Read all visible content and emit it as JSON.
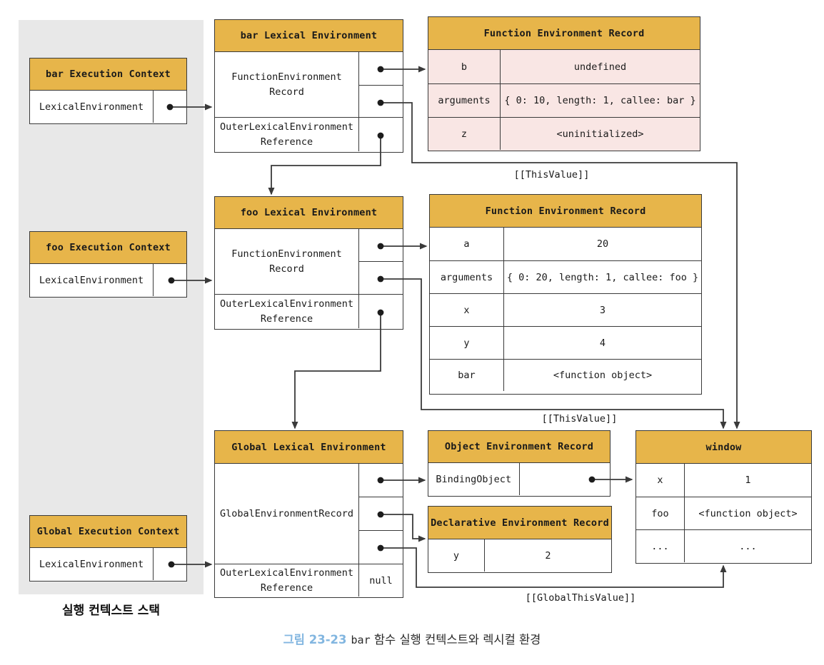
{
  "stack": {
    "caption": "실행 컨텍스트 스택",
    "contexts": [
      {
        "title": "bar Execution Context",
        "slot": "LexicalEnvironment"
      },
      {
        "title": "foo Execution Context",
        "slot": "LexicalEnvironment"
      },
      {
        "title": "Global Execution Context",
        "slot": "LexicalEnvironment"
      }
    ]
  },
  "lexical_envs": [
    {
      "title": "bar Lexical Environment",
      "record": "FunctionEnvironment\nRecord",
      "outer": "OuterLexicalEnvironment\nReference",
      "outer_value": ""
    },
    {
      "title": "foo Lexical Environment",
      "record": "FunctionEnvironment\nRecord",
      "outer": "OuterLexicalEnvironment\nReference",
      "outer_value": ""
    },
    {
      "title": "Global Lexical Environment",
      "record": "GlobalEnvironmentRecord",
      "outer": "OuterLexicalEnvironment\nReference",
      "outer_value": "null"
    }
  ],
  "records": {
    "bar_fer": {
      "title": "Function Environment Record",
      "rows": [
        [
          "b",
          "undefined"
        ],
        [
          "arguments",
          "{ 0: 10, length: 1, callee: bar }"
        ],
        [
          "z",
          "<uninitialized>"
        ]
      ]
    },
    "foo_fer": {
      "title": "Function Environment Record",
      "rows": [
        [
          "a",
          "20"
        ],
        [
          "arguments",
          "{ 0: 20, length: 1, callee: foo }"
        ],
        [
          "x",
          "3"
        ],
        [
          "y",
          "4"
        ],
        [
          "bar",
          "<function object>"
        ]
      ]
    },
    "object_er": {
      "title": "Object Environment Record",
      "binding": "BindingObject"
    },
    "decl_er": {
      "title": "Declarative Environment Record",
      "rows": [
        [
          "y",
          "2"
        ]
      ]
    },
    "window_obj": {
      "title": "window",
      "rows": [
        [
          "x",
          "1"
        ],
        [
          "foo",
          "<function object>"
        ],
        [
          "...",
          "..."
        ]
      ]
    }
  },
  "labels": {
    "this_value_bar": "[[ThisValue]]",
    "this_value_foo": "[[ThisValue]]",
    "global_this_value": "[[GlobalThisValue]]"
  },
  "caption": {
    "tag": "그림 23-23",
    "code": "bar",
    "text": "함수 실행 컨텍스트와 렉시컬 환경"
  },
  "colors": {
    "gold": "#e7b54a",
    "pink": "#f9e6e4",
    "panel": "#e8e8e8",
    "line": "#3a3a3a",
    "caption_blue": "#82b6e0"
  }
}
